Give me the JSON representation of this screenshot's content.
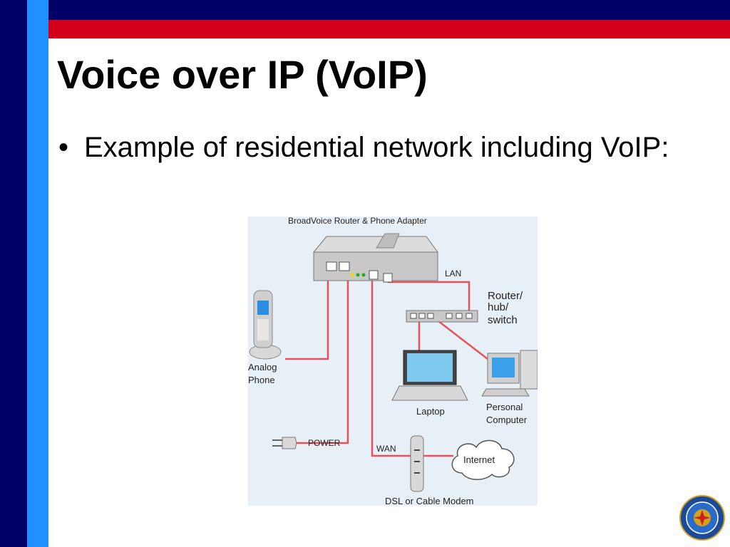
{
  "slide": {
    "title": "Voice over IP (VoIP)",
    "bullets": [
      {
        "symbol": "•",
        "text": "Example of residential network including VoIP:"
      }
    ]
  },
  "diagram": {
    "labels": {
      "router_title": "BroadVoice Router & Phone Adapter",
      "lan": "LAN",
      "router_hub_1": "Router/",
      "router_hub_2": "hub/",
      "router_hub_3": "switch",
      "analog_1": "Analog",
      "analog_2": "Phone",
      "laptop": "Laptop",
      "pc_1": "Personal",
      "pc_2": "Computer",
      "power": "POWER",
      "wan": "WAN",
      "internet": "Internet",
      "modem": "DSL or Cable Modem"
    },
    "colors": {
      "background": "#e8f0f7",
      "cable": "#e8505a",
      "device": "#c8c8c8"
    }
  },
  "icons": {
    "seal": "university-seal-icon"
  },
  "theme": {
    "navy": "#000066",
    "blue": "#1e90ff",
    "red": "#d40019"
  }
}
